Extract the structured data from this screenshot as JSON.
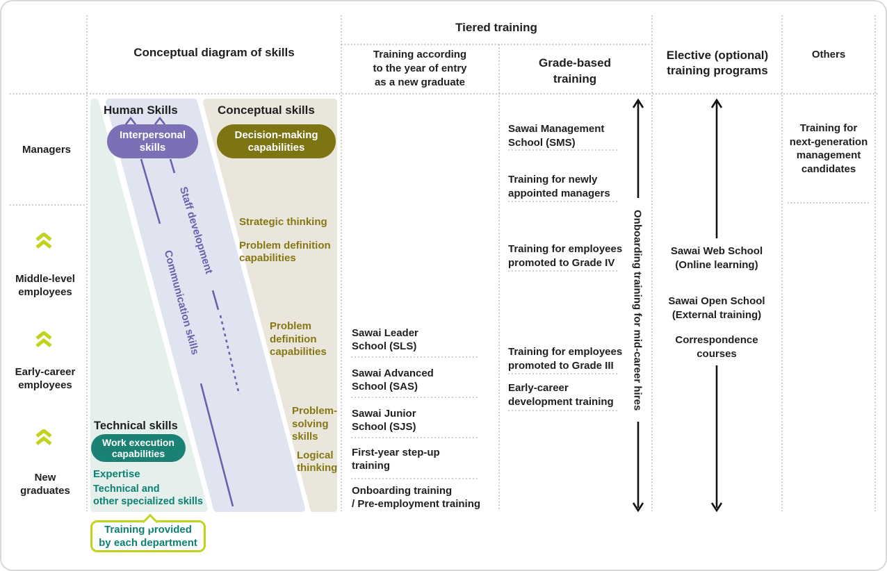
{
  "headers": {
    "conceptual": "Conceptual diagram of skills",
    "tiered": "Tiered training",
    "tiered_sub1": "Training according\nto the year of entry\nas a new graduate",
    "tiered_sub2": "Grade-based\ntraining",
    "elective": "Elective (optional)\ntraining programs",
    "others": "Others"
  },
  "rows": {
    "managers": "Managers",
    "middle": "Middle-level\nemployees",
    "early": "Early-career\nemployees",
    "new": "New\ngraduates"
  },
  "skills": {
    "human_title": "Human Skills",
    "conceptual_title": "Conceptual skills",
    "technical_title": "Technical skills",
    "interpersonal_pill": "Interpersonal\nskills",
    "decision_pill": "Decision-making\ncapabilities",
    "work_pill": "Work execution\ncapabilities",
    "staff_line_label": "Staff development",
    "communication_line_label": "Communication skills",
    "conceptual_items": [
      "Strategic thinking",
      "Problem definition\ncapabilities",
      "Problem\ndefinition\ncapabilities",
      "Problem-\nsolving\nskills",
      "Logical\nthinking"
    ],
    "technical_items": [
      "Expertise",
      "Technical and\nother specialized skills"
    ],
    "dept_box": "Training provided\nby each department"
  },
  "tiered_year": {
    "items": [
      "Sawai Leader\nSchool (SLS)",
      "Sawai Advanced\nSchool (SAS)",
      "Sawai Junior\nSchool (SJS)",
      "First-year step-up\ntraining",
      "Onboarding training\n/ Pre-employment training"
    ]
  },
  "grade": {
    "items": [
      "Sawai Management\nSchool (SMS)",
      "Training for newly\nappointed managers",
      "Training for employees\npromoted to Grade IV",
      "Training for employees\npromoted to Grade III",
      "Early-career\ndevelopment training"
    ],
    "arrow_label": "Onboarding training for mid-career hires"
  },
  "elective": {
    "items": [
      "Sawai Web School\n(Online learning)",
      "Sawai Open School\n(External training)",
      "Correspondence\ncourses"
    ]
  },
  "others": {
    "item": "Training for\nnext-generation\nmanagement\ncandidates"
  },
  "icons": {
    "level_up": "double-chevron-up",
    "range_arrow": "double-headed-vertical-arrow"
  },
  "colors": {
    "ink": "#1f1f1f",
    "purple_pill": "#7b6fb5",
    "purple_line": "#6c60ab",
    "olive_pill": "#7d7413",
    "olive_text": "#857713",
    "teal_pill": "#1a8173",
    "teal_text": "#0c8173",
    "lime": "#c3d21d",
    "band_mint": "#e5f0ed",
    "band_lavender": "#e0e3f0",
    "band_beige": "#eae6dc",
    "grid": "#a8a8a8"
  }
}
